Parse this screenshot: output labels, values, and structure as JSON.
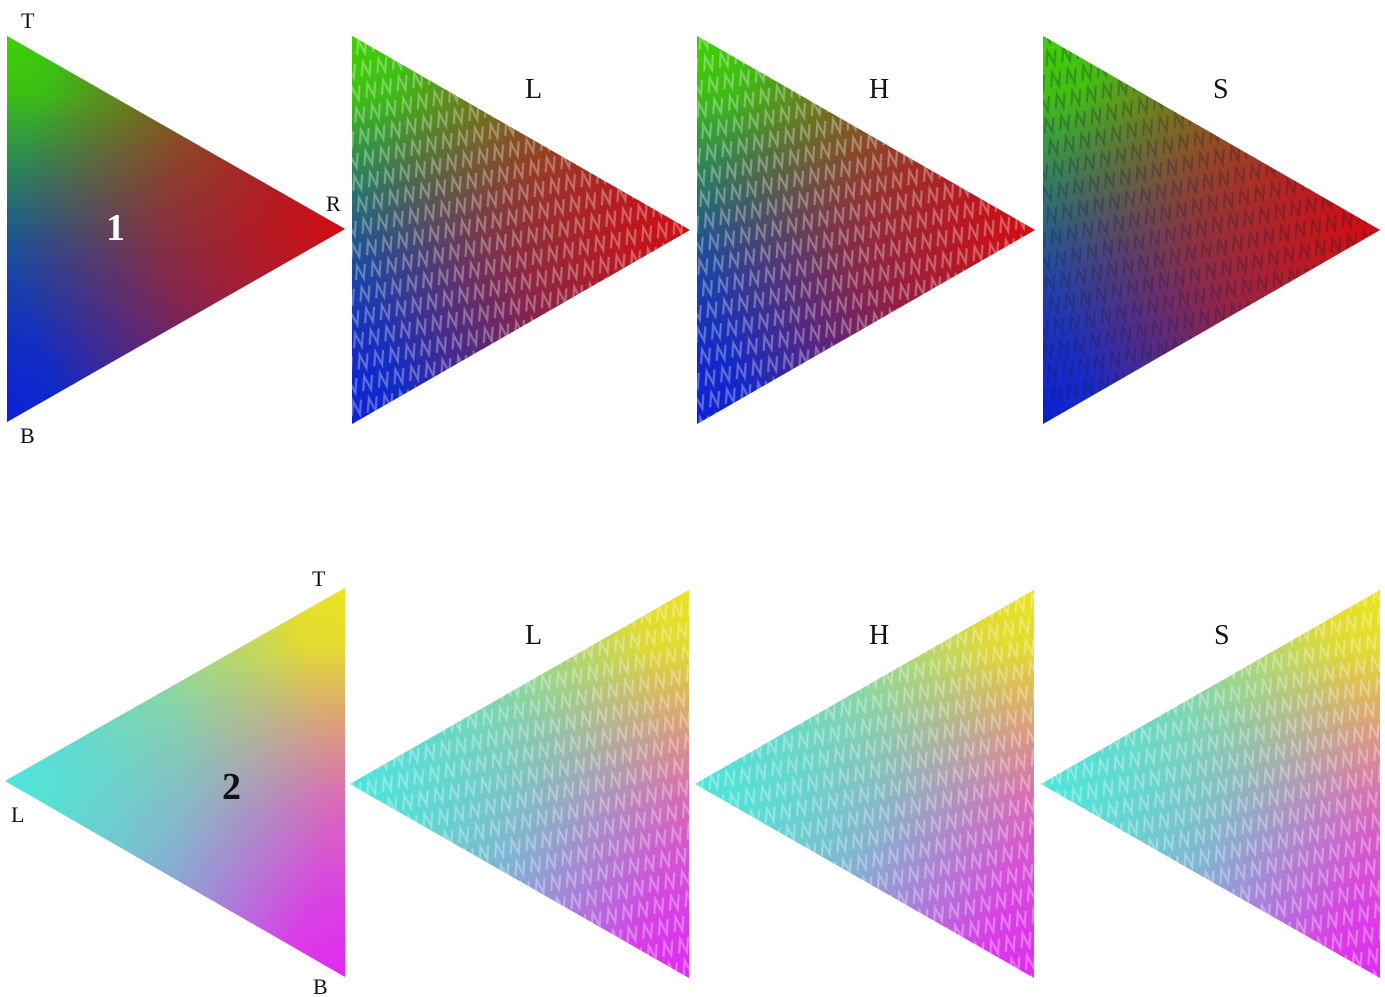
{
  "figure": {
    "rows": [
      {
        "id": "row-1",
        "number": "1",
        "number_color": "#ffffff",
        "corners": {
          "top": "T",
          "bottom": "B",
          "apex": "R"
        },
        "colors": {
          "top": "#3ed104",
          "bottom": "#0b21d8",
          "apex": "#d40b12",
          "center": "#2f5a6e"
        },
        "panels": [
          {
            "title": "L"
          },
          {
            "title": "H"
          },
          {
            "title": "S"
          }
        ]
      },
      {
        "id": "row-2",
        "number": "2",
        "number_color": "#111111",
        "corners": {
          "top": "T",
          "bottom": "B",
          "apex": "L"
        },
        "colors": {
          "top": "#ebe41d",
          "bottom": "#e02af2",
          "apex": "#4ce6dc",
          "center": "#b9a6a4"
        },
        "panels": [
          {
            "title": "L"
          },
          {
            "title": "H"
          },
          {
            "title": "S"
          }
        ]
      }
    ]
  }
}
